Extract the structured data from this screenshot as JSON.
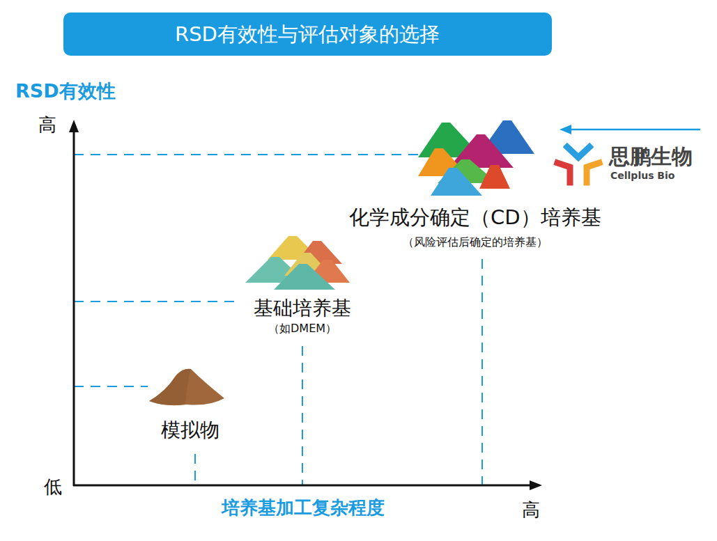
{
  "diagram": {
    "title": "RSD有效性与评估对象的选择",
    "labels": [
      "RSD有效性",
      "高",
      "思鹏生物",
      "Cellplus Bio",
      "化学成分确定（CD）培养基",
      "（风险评估后确定的培养基）",
      "基础培养基",
      "（如DMEM）",
      "模拟物",
      "低",
      "培养基加工复杂程度",
      "高"
    ]
  }
}
